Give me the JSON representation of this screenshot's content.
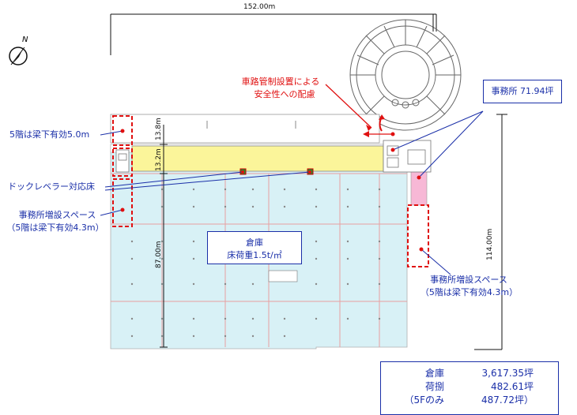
{
  "dimensions": {
    "top_width": "152.00m",
    "right_height": "114.00m",
    "left_height": "87.00m",
    "dim_13_8": "13.8m",
    "dim_13_2": "13.2m"
  },
  "labels": {
    "road_control": [
      "車路管制設置による",
      "安全性への配慮"
    ],
    "office_area": "事務所 71.94坪",
    "beam_5f_left": "5階は梁下有効5.0m",
    "dock_leveler": "ドックレベラー対応床",
    "office_space_left": [
      "事務所増設スペース",
      "（5階は梁下有効4.3m）"
    ],
    "office_space_right": [
      "事務所増設スペース",
      "（5階は梁下有効4.3m）"
    ],
    "warehouse": [
      "倉庫",
      "床荷重1.5t/㎡"
    ]
  },
  "summary": {
    "rows": [
      {
        "name": "倉庫",
        "value": "3,617.35坪"
      },
      {
        "name": "荷捌",
        "value": "482.61坪"
      },
      {
        "name": "（5Fのみ",
        "value": "487.72坪）"
      }
    ]
  },
  "compass": {
    "north": "N"
  },
  "colors": {
    "warehouse_fill": "#d8f1f6",
    "loading_fill": "#fbf59a",
    "office_fill": "#f7b8d6",
    "callout_blue": "#1a2fa8",
    "callout_red": "#e01010"
  }
}
